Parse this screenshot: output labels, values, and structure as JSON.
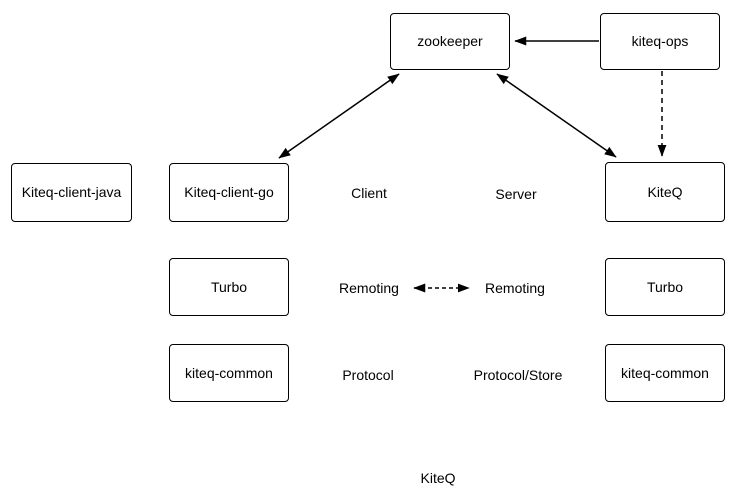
{
  "diagram": {
    "caption": "KiteQ",
    "colors": {
      "background": "#ffffff",
      "box_fill": "#ffffff",
      "box_border": "#000000",
      "line": "#000000",
      "text": "#000000"
    },
    "nodes": {
      "zookeeper": {
        "label": "zookeeper"
      },
      "kiteq_ops": {
        "label": "kiteq-ops"
      },
      "kiteq_client_java": {
        "label": "Kiteq-client-java"
      },
      "kiteq_client_go": {
        "label": "Kiteq-client-go"
      },
      "kiteq": {
        "label": "KiteQ"
      },
      "turbo_client": {
        "label": "Turbo"
      },
      "turbo_server": {
        "label": "Turbo"
      },
      "kiteq_common_client": {
        "label": "kiteq-common"
      },
      "kiteq_common_server": {
        "label": "kiteq-common"
      }
    },
    "layer_labels": {
      "client": "Client",
      "server": "Server",
      "remoting_client": "Remoting",
      "remoting_server": "Remoting",
      "protocol": "Protocol",
      "protocol_store": "Protocol/Store"
    },
    "edges": [
      {
        "from": "kiteq-ops",
        "to": "zookeeper",
        "style": "solid",
        "direction": "one-way"
      },
      {
        "from": "Kiteq-client-go",
        "to": "zookeeper",
        "style": "solid",
        "direction": "two-way"
      },
      {
        "from": "KiteQ",
        "to": "zookeeper",
        "style": "solid",
        "direction": "two-way"
      },
      {
        "from": "kiteq-ops",
        "to": "KiteQ",
        "style": "dashed",
        "direction": "one-way"
      },
      {
        "from": "Remoting (client)",
        "to": "Remoting (server)",
        "style": "dashed",
        "direction": "two-way"
      }
    ]
  }
}
